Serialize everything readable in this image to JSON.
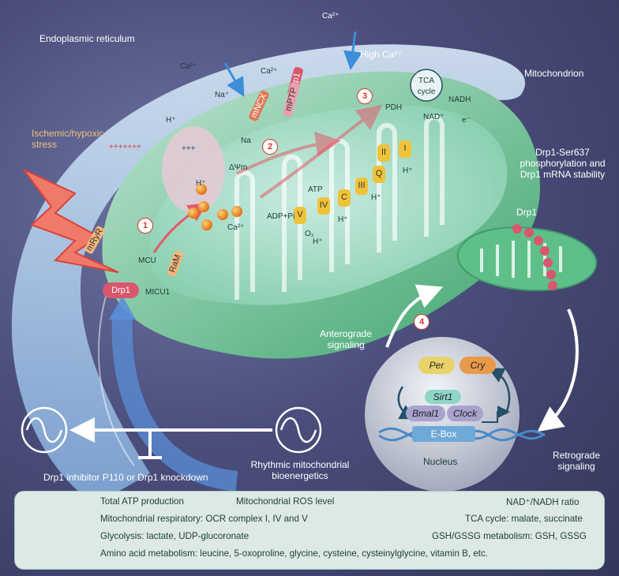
{
  "labels": {
    "er": "Endoplasmic reticulum",
    "ca_top": "Ca²⁺",
    "high_ca": "High Ca²⁺",
    "mitochondrion": "Mitochondrion",
    "ischemic": "Ischemic/hypoxic stress",
    "drp1_phospho": "Drp1-Ser637 phosphorylation and Drp1 mRNA stability",
    "drp1_small": "Drp1",
    "anterograde": "Anterograde signaling",
    "retrograde": "Retrograde signaling",
    "nucleus": "Nucleus",
    "rhythmic": "Rhythmic mitochondrial bioenergetics",
    "inhibitor": "Drp1 inhibitor P110 or Drp1 knockdown"
  },
  "inner_labels": {
    "ca_left": "Ca²⁺",
    "ca_mid": "Ca²⁺",
    "na_top": "Na⁺",
    "na_low": "Na",
    "h_top": "H⁺",
    "h_low": "H⁺",
    "delta_psi": "ΔΨm",
    "ca_balls": "Ca²⁺",
    "adp": "ADP+Pi",
    "atp": "ATP",
    "tca": "TCA cycle",
    "pdh": "PDH",
    "nadh": "NADH",
    "nad": "NAD⁺",
    "e": "e⁻",
    "o2": "O₂",
    "h_chain1": "H⁺",
    "h_chain2": "H⁺",
    "h_chain3": "H⁺",
    "h_chain4": "H⁺",
    "plus": "+++",
    "plus_outer": "+++++++"
  },
  "proteins": {
    "mryr": "mRyR",
    "mcu": "MCU",
    "ram": "RaM",
    "drp1": "Drp1",
    "micu1": "MICU1",
    "mncx": "mNCX",
    "drp1_mptp": "Drp1",
    "mptp": "mPTP",
    "complex_v": "V",
    "complex_iv": "IV",
    "complex_c": "C",
    "complex_iii": "III",
    "complex_q": "Q",
    "complex_ii": "II",
    "complex_i": "I"
  },
  "steps": [
    "1",
    "2",
    "3",
    "4"
  ],
  "genes": {
    "per": "Per",
    "cry": "Cry",
    "sirt1": "Sirt1",
    "bmal1": "Bmal1",
    "clock": "Clock",
    "ebox": "E-Box"
  },
  "panel": {
    "r1_left": "Total ATP production",
    "r1_mid": "Mitochondrial ROS level",
    "r1_right": "NAD⁺/NADH ratio",
    "r2_left": "Mitochondrial respiratory: OCR complex I, IV and V",
    "r2_right": "TCA cycle: malate, succinate",
    "r3_left": "Glycolysis: lactate, UDP-glucoronate",
    "r3_right": "GSH/GSSG metabolism: GSH, GSSG",
    "r4": "Amino acid metabolism: leucine, 5-oxoproline, glycine, cysteine, cysteinylglycine, vitamin B, etc."
  },
  "colors": {
    "mito_green": "#5fbf8a",
    "er_blue": "#9fc6ea",
    "step_red": "#d9362e",
    "complex_yellow": "#f0c23a",
    "drp1_pink": "#d9576e",
    "ca_orange": "#f08a1c"
  }
}
